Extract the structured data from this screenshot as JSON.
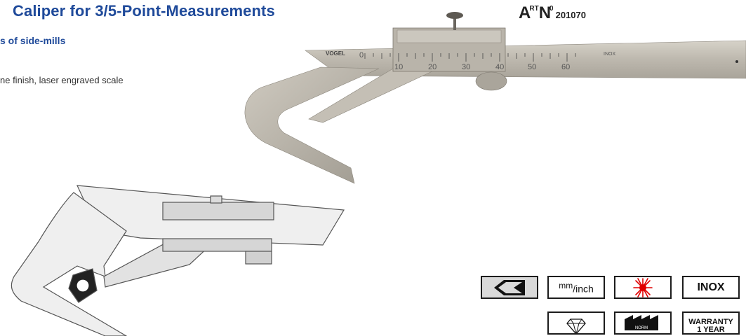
{
  "title": "Caliper for 3/5-Point-Measurements",
  "subtitle": "s of side-mills",
  "description": "ne finish, laser engraved scale",
  "art_number": {
    "prefix": "A",
    "sup": "RT",
    "letter": "N",
    "sup2": "0",
    "number": "201070"
  },
  "caliper_labels": {
    "brand": "VOGEL",
    "material": "INOX",
    "scale_numbers": [
      "0",
      "10",
      "20",
      "30",
      "40",
      "50",
      "60"
    ]
  },
  "features": {
    "units": {
      "main": "mm",
      "sub": "inch"
    },
    "inox": "INOX",
    "warranty_line1": "WARRANTY",
    "warranty_line2": "1 YEAR",
    "norm": "NORM"
  },
  "icons": [
    "case-icon",
    "laser-icon",
    "diamond-icon",
    "norm-icon"
  ],
  "colors": {
    "title": "#1f4a9a",
    "laser": "#e00000",
    "box_border": "#1c1c1c",
    "box_fill": "#d9d9d9"
  }
}
